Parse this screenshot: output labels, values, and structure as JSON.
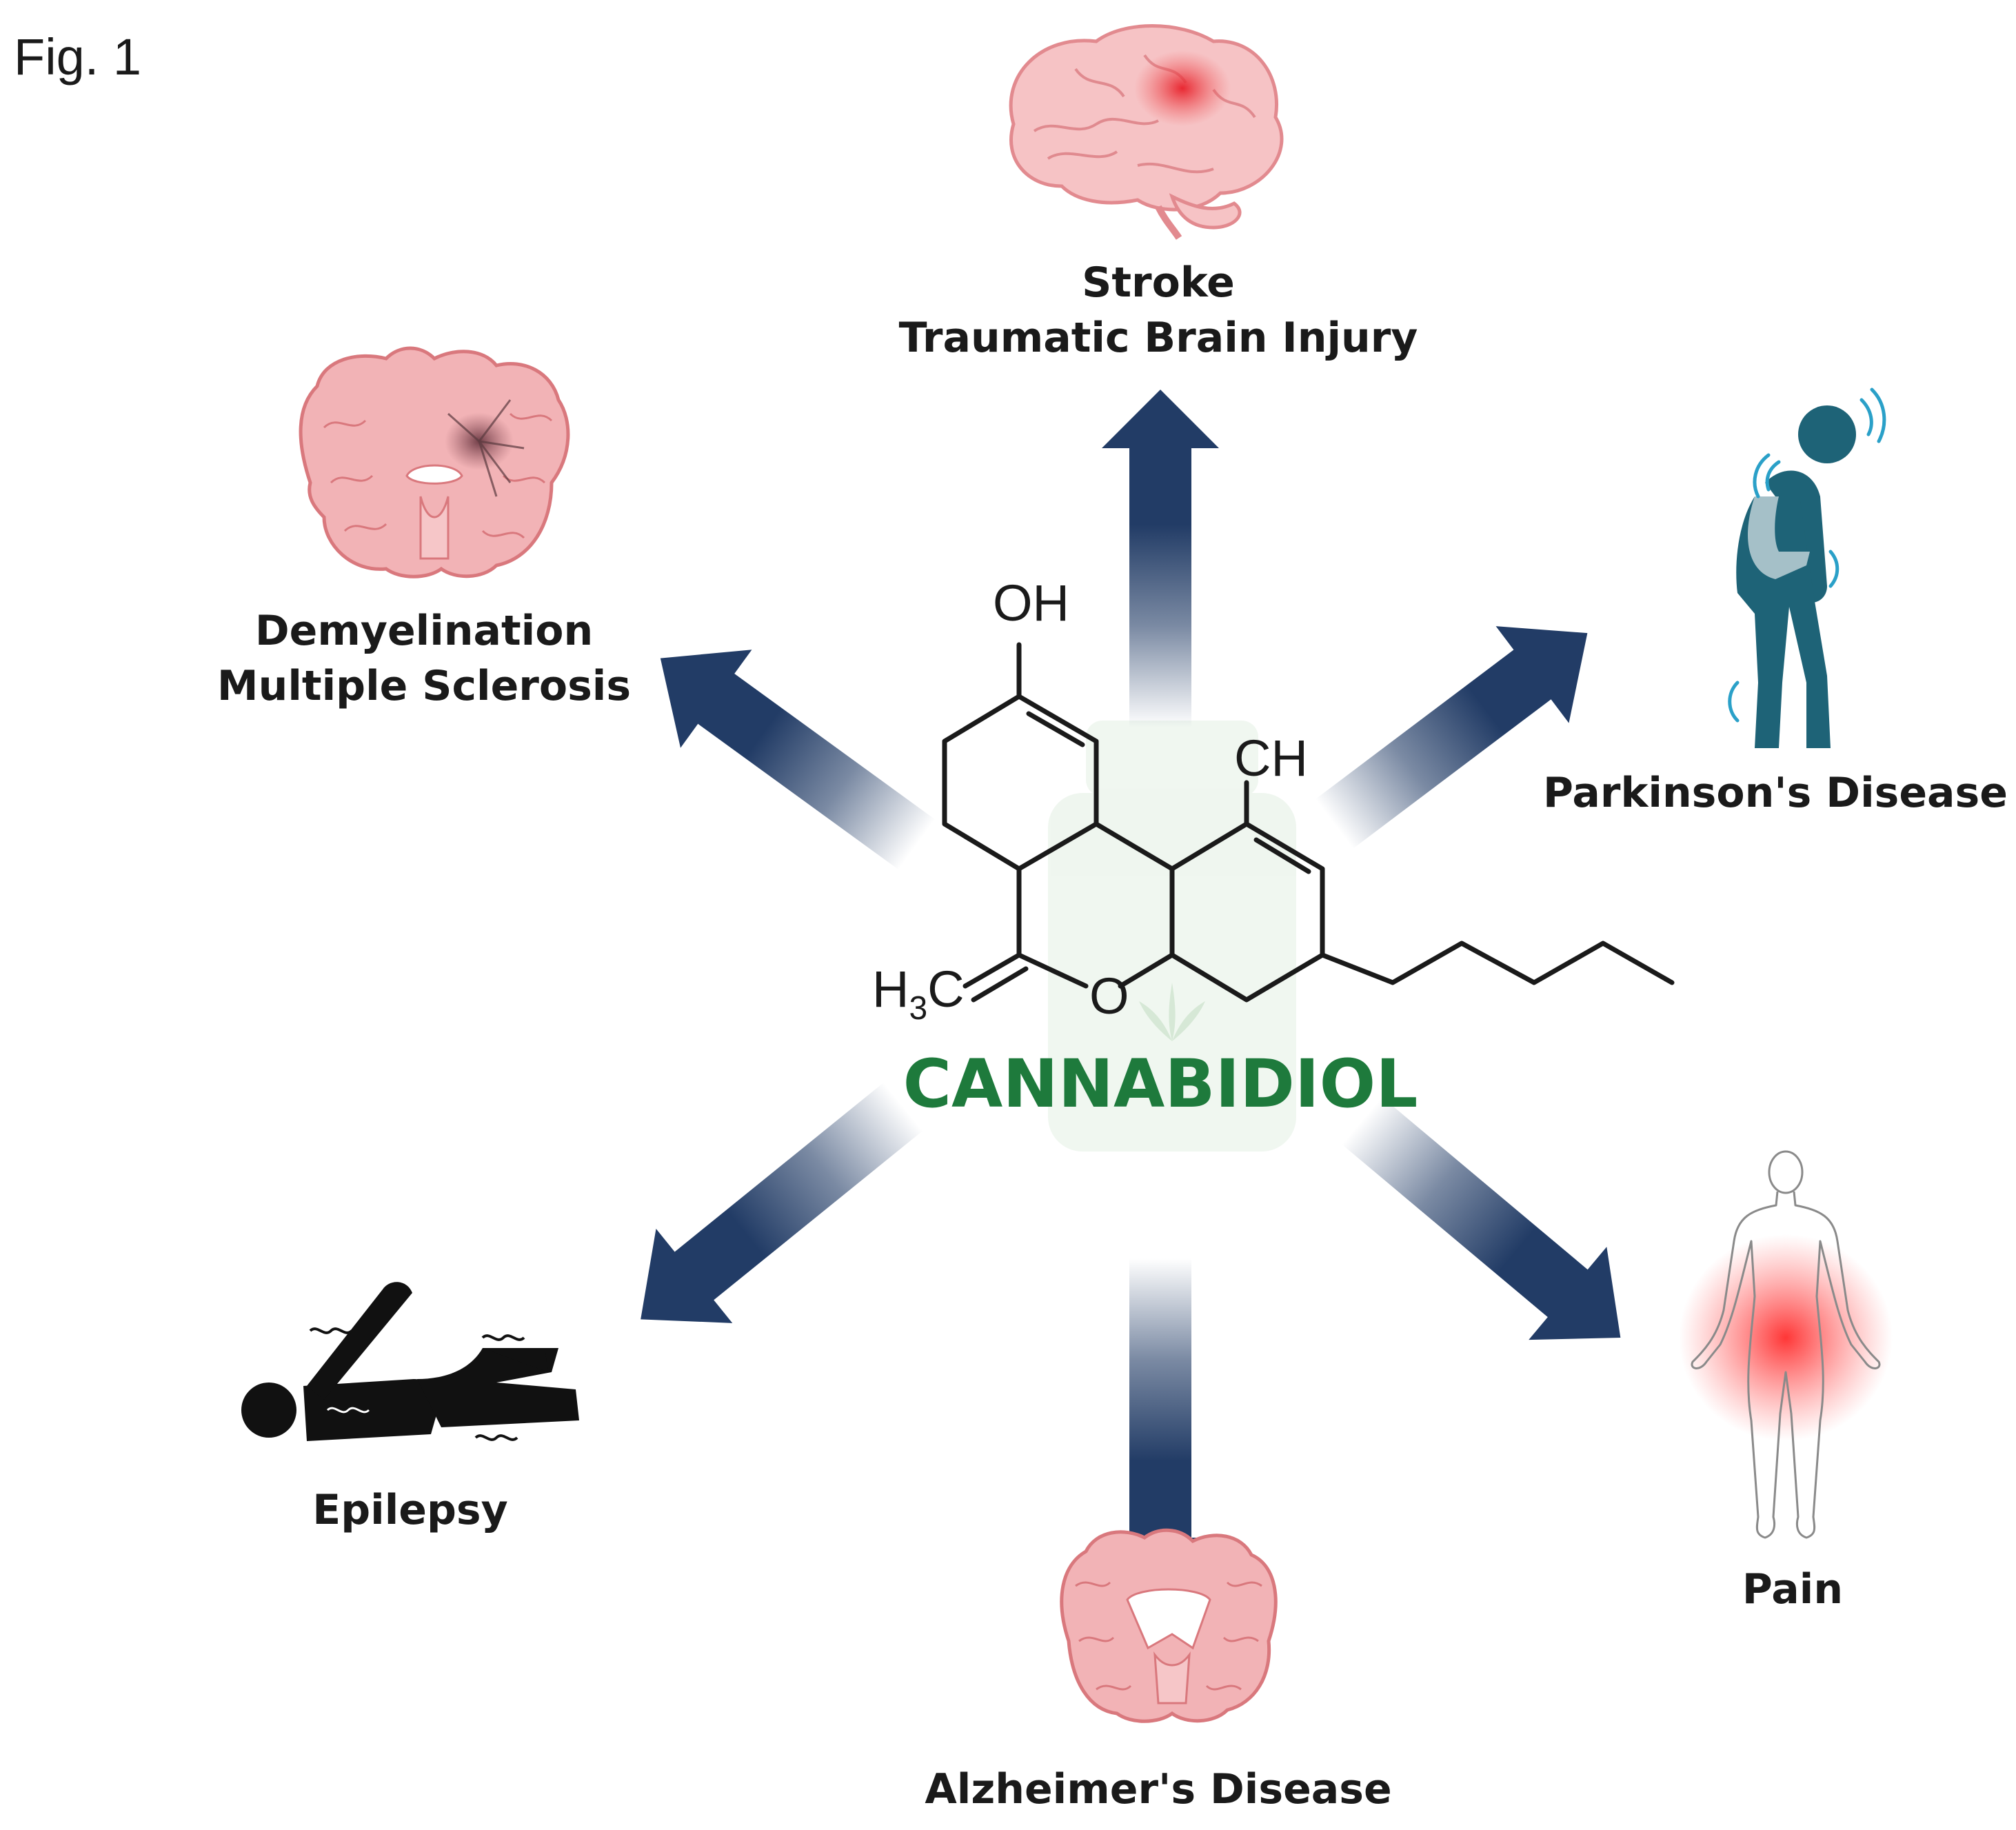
{
  "figure_label": "Fig. 1",
  "center": {
    "title": "CANNABIDIOL",
    "title_color": "#1e7a3c",
    "molecule_labels": {
      "oh": "OH",
      "ch": "CH",
      "o": "O",
      "h3c_h": "H",
      "h3c_sub": "3",
      "h3c_c": "C"
    }
  },
  "arrow_color": "#223c66",
  "conditions": [
    {
      "id": "stroke",
      "lines": [
        "Stroke",
        "Traumatic Brain Injury"
      ],
      "icon": "brain-lesion-icon"
    },
    {
      "id": "parkinsons",
      "lines": [
        "Parkinson's Disease"
      ],
      "icon": "tremor-figure-icon"
    },
    {
      "id": "pain",
      "lines": [
        "Pain"
      ],
      "icon": "body-pain-icon"
    },
    {
      "id": "alzheimers",
      "lines": [
        "Alzheimer's Disease"
      ],
      "icon": "atrophied-brain-icon"
    },
    {
      "id": "epilepsy",
      "lines": [
        "Epilepsy"
      ],
      "icon": "seizure-figure-icon"
    },
    {
      "id": "demyelination",
      "lines": [
        "Demyelination",
        "Multiple Sclerosis"
      ],
      "icon": "brain-section-icon"
    }
  ],
  "colors": {
    "brain_pink": "#f2a7ab",
    "brain_line": "#d9787d",
    "parkinson_teal": "#1e6377",
    "pain_red": "#ff3030"
  }
}
